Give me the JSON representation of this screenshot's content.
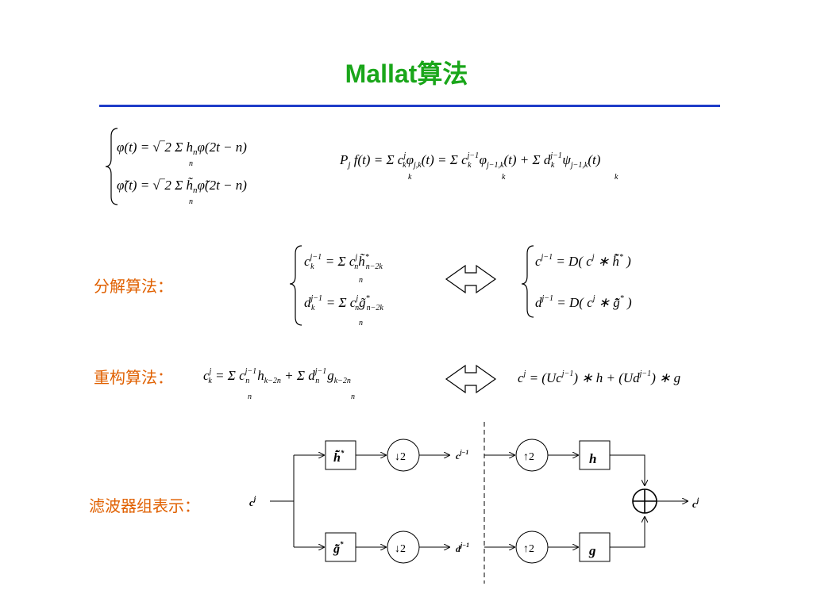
{
  "title": "Mallat算法",
  "labels": {
    "decomposition": "分解算法：",
    "reconstruction": "重构算法：",
    "filterbank": "滤波器组表示："
  },
  "colors": {
    "title": "#1aa61a",
    "rule": "#1e3cc8",
    "label": "#e06000"
  },
  "icons": {
    "equivalence": "double-arrow-icon",
    "sum": "circle-plus-icon"
  }
}
